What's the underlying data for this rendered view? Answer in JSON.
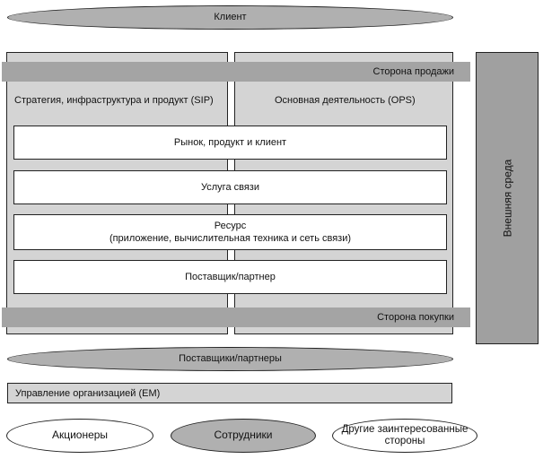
{
  "client": "Клиент",
  "sell_side": "Сторона продажи",
  "buy_side": "Сторона покупки",
  "left_panel_title": "Стратегия, инфраструктура и продукт (SIP)",
  "right_panel_title": "Основная деятельность (OPS)",
  "layers": [
    {
      "line1": "Рынок, продукт и клиент",
      "line2": ""
    },
    {
      "line1": "Услуга связи",
      "line2": ""
    },
    {
      "line1": "Ресурс",
      "line2": "(приложение, вычислительная техника и сеть связи)"
    },
    {
      "line1": "Поставщик/партнер",
      "line2": ""
    }
  ],
  "external_env": "Внешняя среда",
  "suppliers": "Поставщики/партнеры",
  "enterprise_mgmt": "Управление организацией (EM)",
  "stakeholders": [
    {
      "line1": "Акционеры",
      "line2": ""
    },
    {
      "line1": "Сотрудники",
      "line2": ""
    },
    {
      "line1": "Другие заинтересованные",
      "line2": "стороны"
    }
  ],
  "colors": {
    "dark_gray": "#a4a4a4",
    "light_gray": "#d4d4d4",
    "white": "#ffffff"
  }
}
